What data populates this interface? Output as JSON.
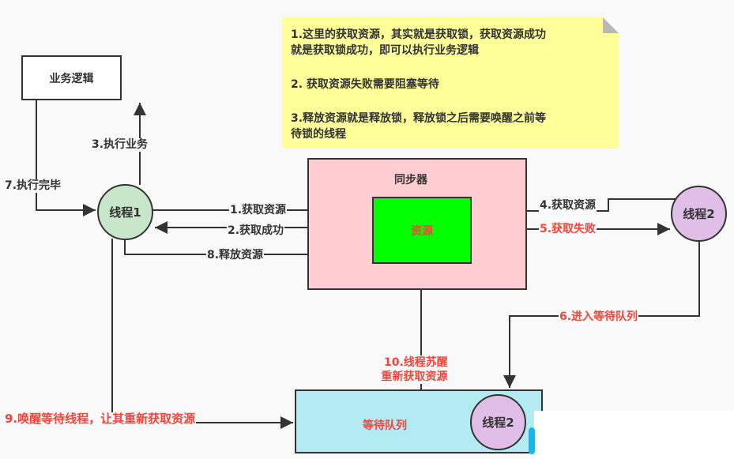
{
  "note": {
    "lines": [
      "1.这里的获取资源，其实就是获取锁，获取资源成功\n就是获取锁成功，即可以执行业务逻辑",
      "2. 获取资源失败需要阻塞等待",
      "3.释放资源就是释放锁，释放锁之后需要唤醒之前等\n待锁的线程"
    ]
  },
  "nodes": {
    "business_logic": "业务逻辑",
    "thread1": "线程1",
    "synchronizer": "同步器",
    "resource": "资源",
    "thread2": "线程2",
    "wait_queue": "等待队列",
    "thread2_queued": "线程2"
  },
  "edges": {
    "step1": "1.获取资源",
    "step2": "2.获取成功",
    "step3": "3.执行业务",
    "step4": "4.获取资源",
    "step5": "5.获取失败",
    "step6": "6.进入等待队列",
    "step7": "7.执行完毕",
    "step8": "8.释放资源",
    "step9": "9.唤醒等待线程，让其重新获取资源",
    "step10_line1": "10.线程苏醒",
    "step10_line2": "重新获取资源"
  },
  "colors": {
    "note_bg": "#ffff99",
    "thread1_fill": "#c8e6c9",
    "thread2_fill": "#e1bee7",
    "synchronizer_fill": "#ffcdd2",
    "resource_fill": "#00ff00",
    "wait_queue_fill": "#b2ebf2",
    "highlight_text": "#f2463c",
    "line": "#333333"
  }
}
